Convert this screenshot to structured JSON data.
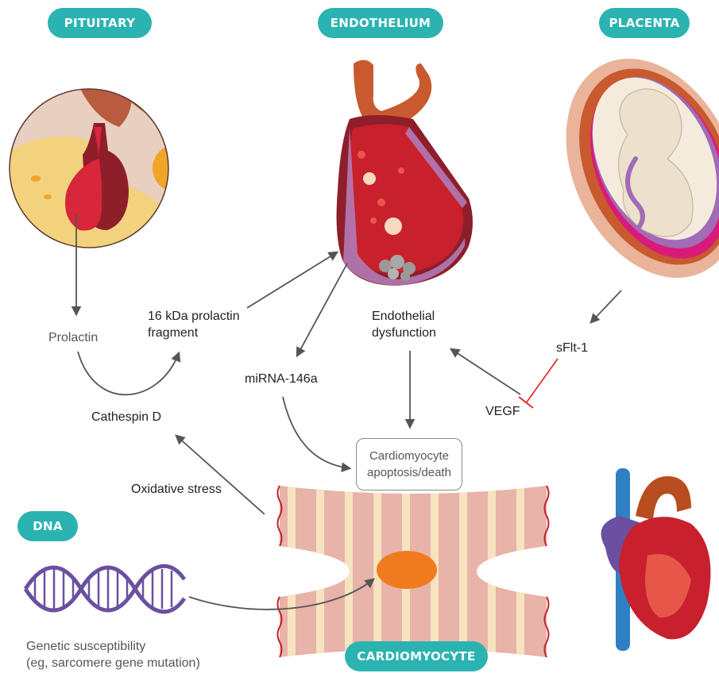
{
  "labels": {
    "pituitary": "PITUITARY",
    "endothelium": "ENDOTHELIUM",
    "placenta": "PLACENTA",
    "dna": "DNA",
    "cardiomyocyte": "CARDIOMYOCYTE"
  },
  "nodes": {
    "prolactin": "Prolactin",
    "fragment_line1": "16 kDa prolactin",
    "fragment_line2": "fragment",
    "endothelial_line1": "Endothelial",
    "endothelial_line2": "dysfunction",
    "sflt1": "sFlt-1",
    "mirna": "miRNA-146a",
    "vegf": "VEGF",
    "cathepsin": "Cathespin D",
    "apoptosis_line1": "Cardiomyocyte",
    "apoptosis_line2": "apoptosis/death",
    "oxidative": "Oxidative stress",
    "genetic_line1": "Genetic susceptibility",
    "genetic_line2": "(eg, sarcomere gene mutation)"
  },
  "colors": {
    "teal": "#2bb3b1",
    "arrow": "#555555",
    "inhibit": "#e03030",
    "blood_red": "#c8202c",
    "dna_purple": "#6b4fa0",
    "nucleus_orange": "#f07a20"
  }
}
